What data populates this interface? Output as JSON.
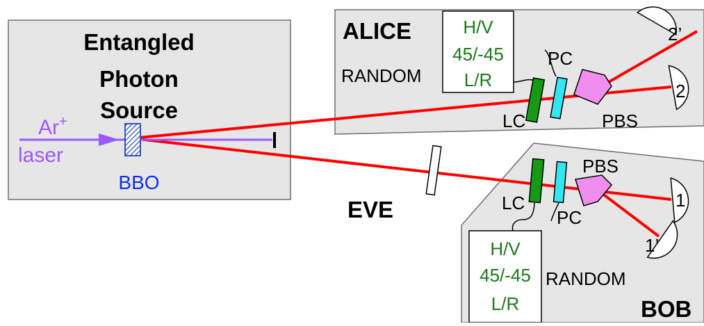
{
  "source": {
    "title_lines": [
      "Entangled",
      "Photon",
      "Source"
    ],
    "laser_line1": "Ar",
    "laser_sup": "+",
    "laser_line2": "laser",
    "crystal_label": "BBO"
  },
  "alice": {
    "title": "ALICE",
    "random_label": "RANDOM",
    "basis_lines": [
      "H/V",
      "45/-45",
      "L/R"
    ],
    "lc_label": "LC",
    "pc_label": "PC",
    "pbs_label": "PBS",
    "detector_a": "2",
    "detector_b": "2’"
  },
  "bob": {
    "title": "BOB",
    "random_label": "RANDOM",
    "basis_lines": [
      "H/V",
      "45/-45",
      "L/R"
    ],
    "lc_label": "LC",
    "pc_label": "PC",
    "pbs_label": "PBS",
    "detector_a": "1",
    "detector_b": "1’"
  },
  "eve": {
    "title": "EVE"
  },
  "colors": {
    "panel_fill": "#e6e6e6",
    "panel_stroke": "#6e6e6e",
    "beam": "#ff0000",
    "laser": "#9b59ff",
    "lc": "#159a15",
    "pc": "#33e6f2",
    "pbs": "#f08ef0",
    "crystal": "#2f52c8",
    "basis_text": "#1a7a1a",
    "bbo_text": "#1030e0"
  }
}
